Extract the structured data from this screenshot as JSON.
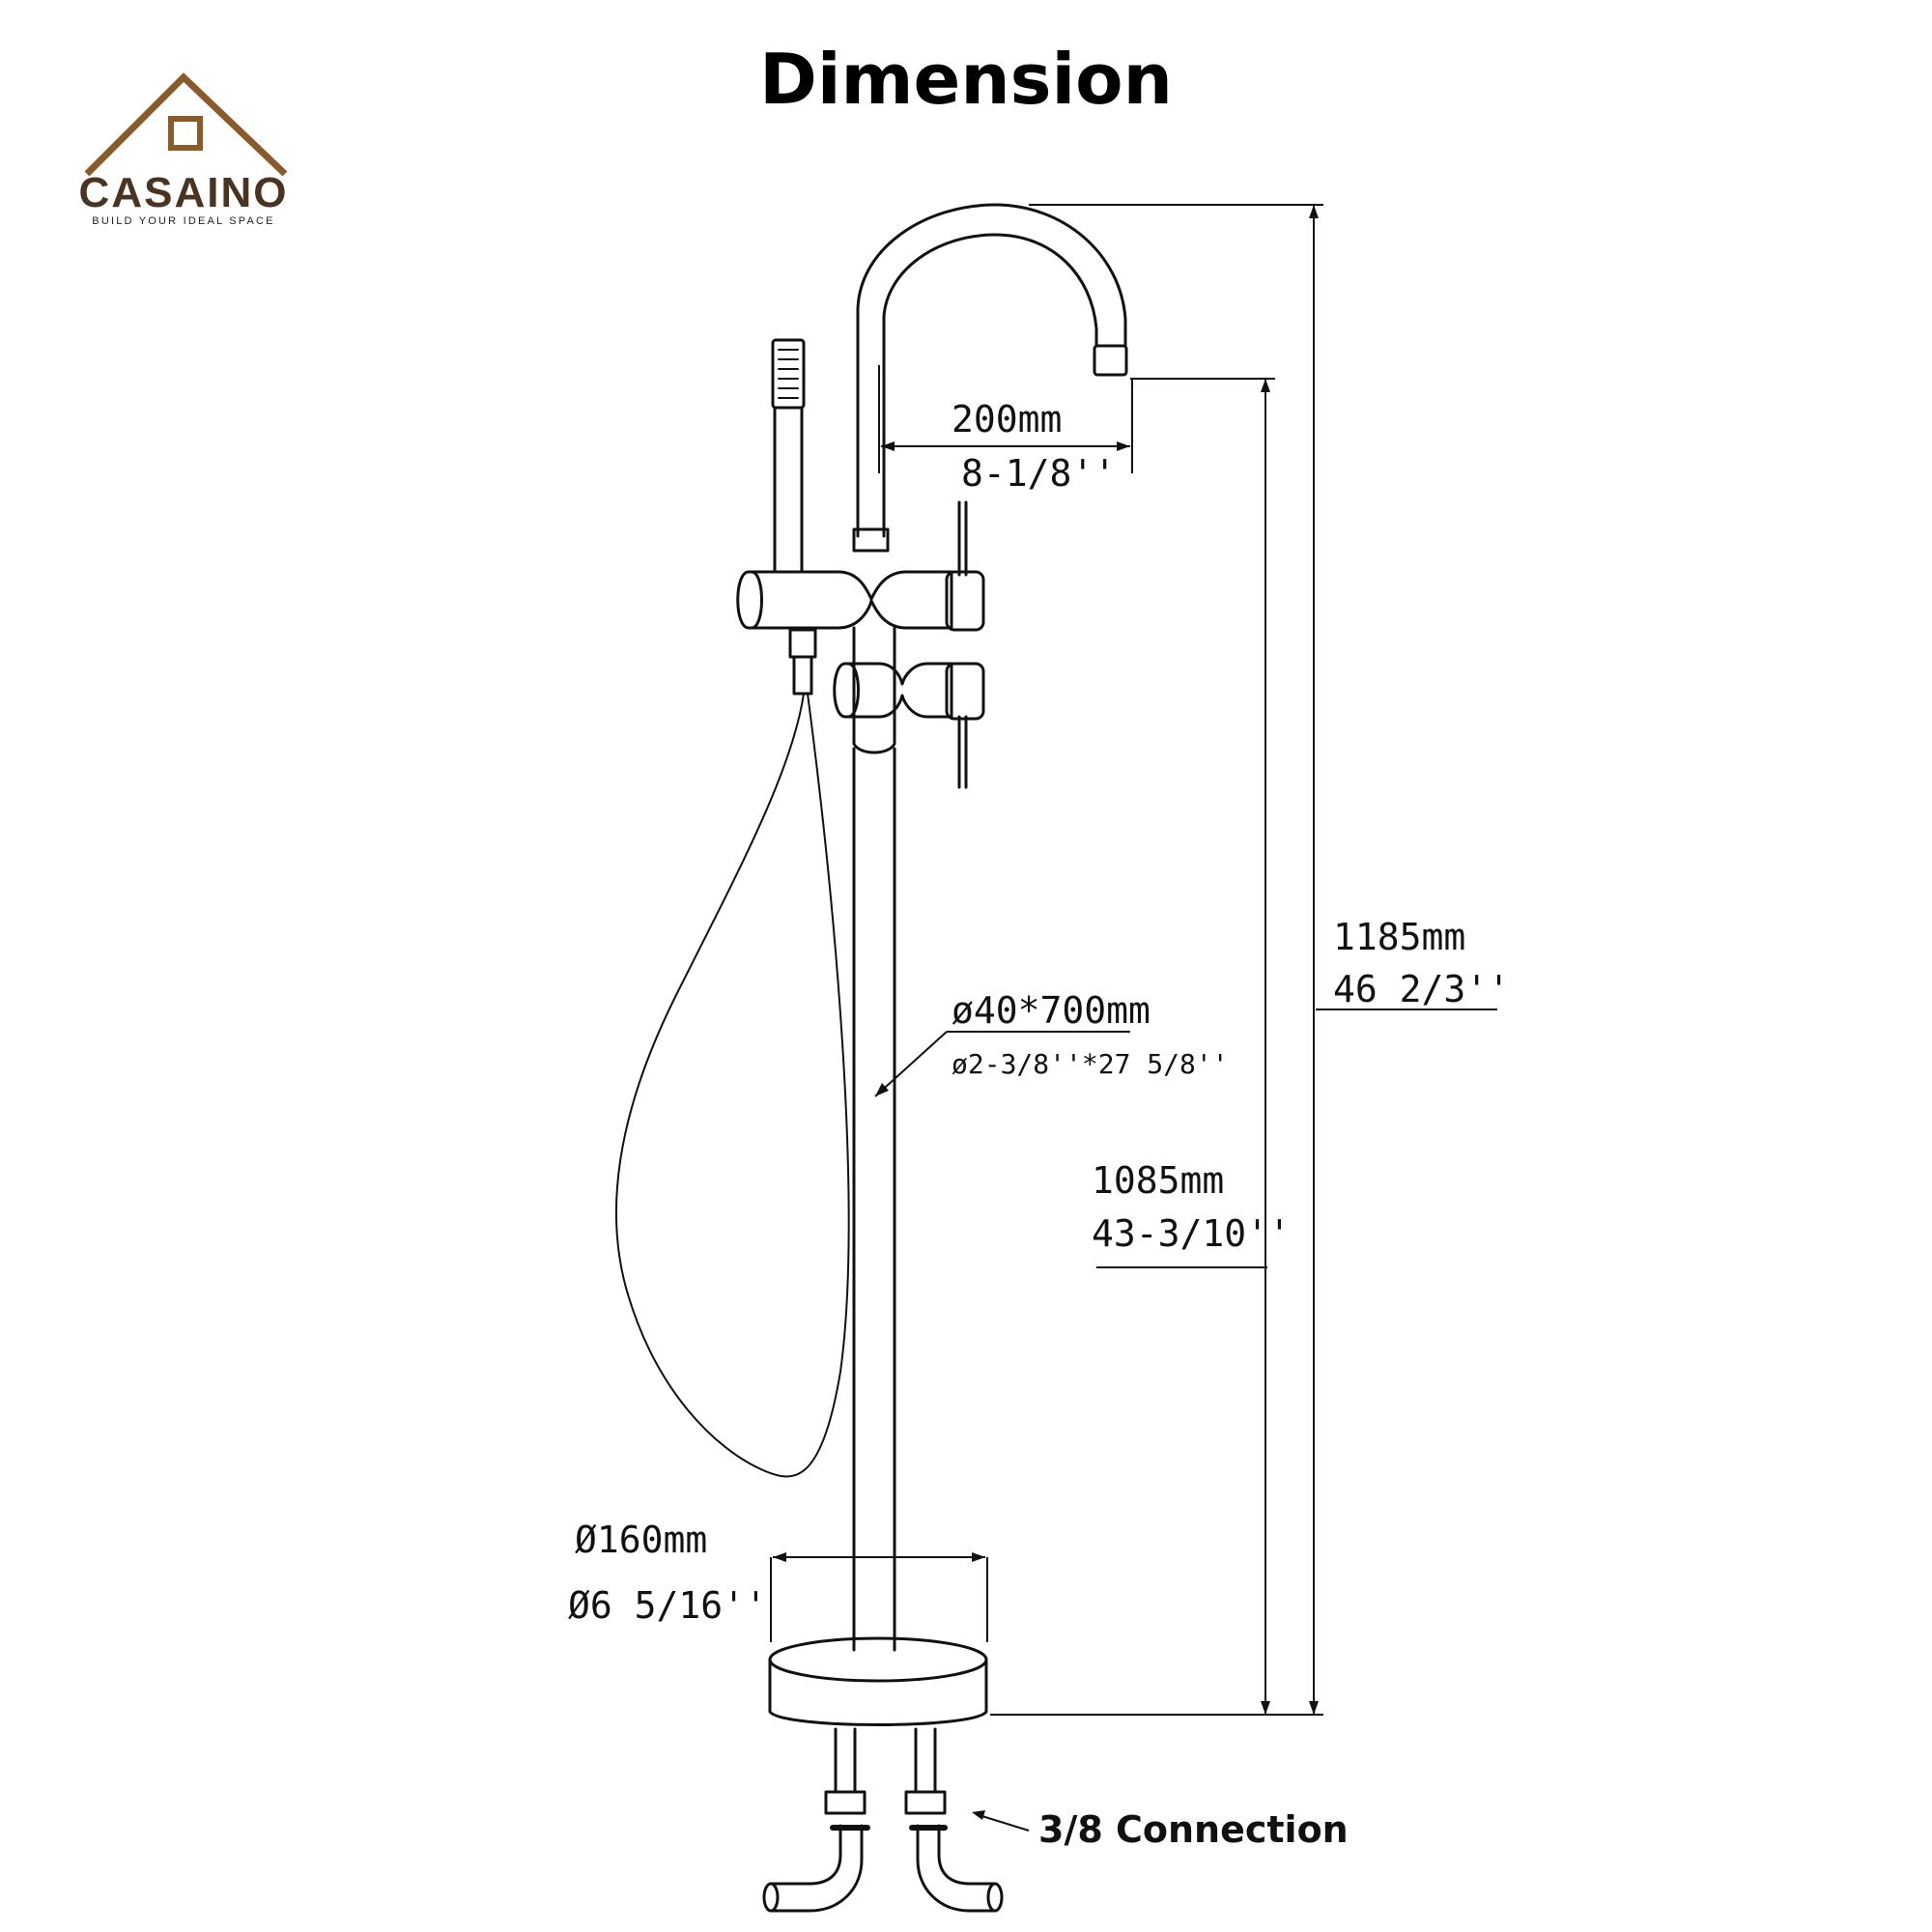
{
  "title": "Dimension",
  "brand": {
    "name": "CASAINO",
    "tagline": "BUILD YOUR IDEAL SPACE",
    "color": "#8a5a2b"
  },
  "dimensions": {
    "spout_reach": {
      "metric": "200mm",
      "imperial": "8-1/8''"
    },
    "total_height": {
      "metric": "1185mm",
      "imperial": "46 2/3''"
    },
    "spout_height": {
      "metric": "1085mm",
      "imperial": "43-3/10''"
    },
    "pipe": {
      "metric": "ø40*700mm",
      "imperial": "ø2-3/8''*27 5/8''"
    },
    "base": {
      "metric": "Ø160mm",
      "imperial": "Ø6 5/16''"
    }
  },
  "connection_label": "3/8 Connection"
}
